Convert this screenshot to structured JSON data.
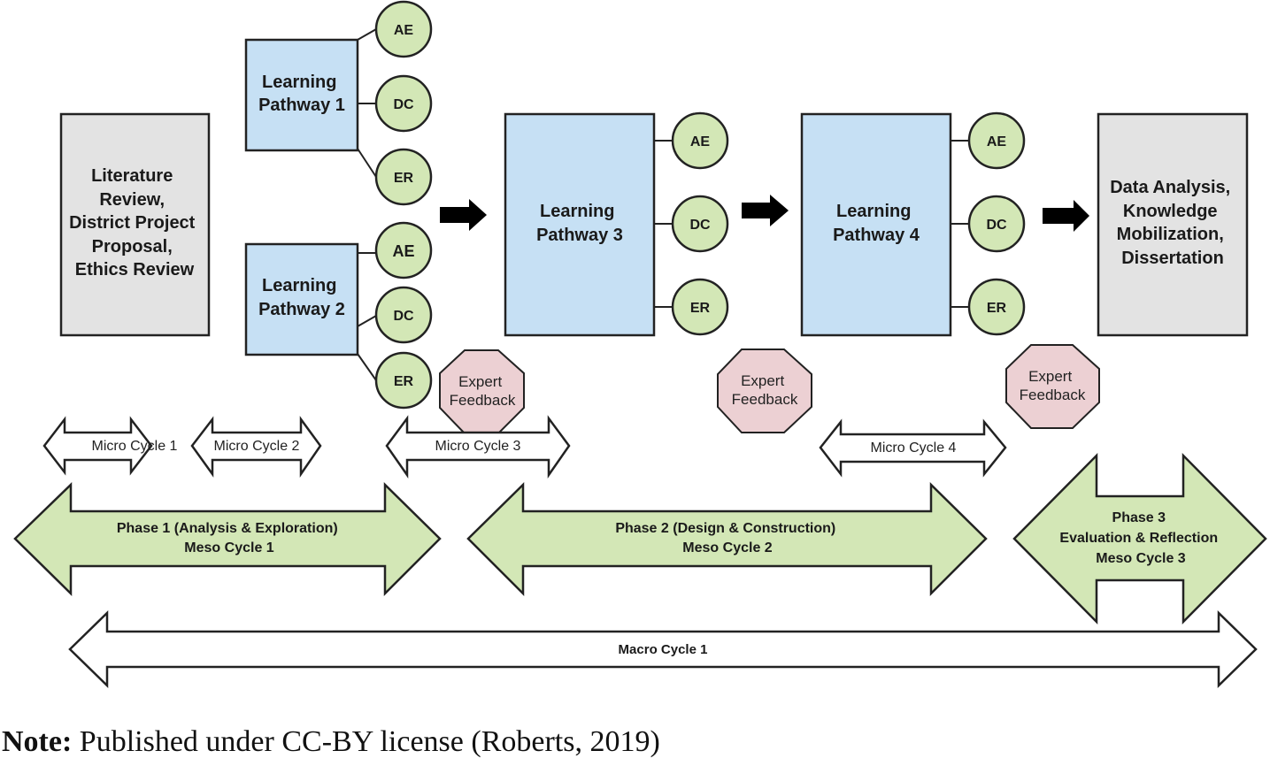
{
  "diagram": {
    "start_box": {
      "lines": [
        "Literature",
        "Review,",
        "District Project",
        "Proposal,",
        "Ethics Review"
      ]
    },
    "pathways": [
      {
        "lines": [
          "Learning",
          "Pathway 1"
        ],
        "nodes": [
          "AE",
          "DC",
          "ER"
        ]
      },
      {
        "lines": [
          "Learning",
          "Pathway 2"
        ],
        "nodes": [
          "AE",
          "DC",
          "ER"
        ]
      },
      {
        "lines": [
          "Learning",
          "Pathway 3"
        ],
        "nodes": [
          "AE",
          "DC",
          "ER"
        ]
      },
      {
        "lines": [
          "Learning",
          "Pathway 4"
        ],
        "nodes": [
          "AE",
          "DC",
          "ER"
        ]
      }
    ],
    "end_box": {
      "lines": [
        "Data Analysis,",
        "Knowledge",
        "Mobilization,",
        "Dissertation"
      ]
    },
    "expert_feedback": [
      {
        "lines": [
          "Expert",
          "Feedback"
        ]
      },
      {
        "lines": [
          "Expert",
          "Feedback"
        ]
      },
      {
        "lines": [
          "Expert",
          "Feedback"
        ]
      }
    ],
    "micro_cycles": [
      "Micro Cycle  1",
      "Micro Cycle  2",
      "Micro Cycle  3",
      "Micro Cycle  4"
    ],
    "phases": [
      {
        "lines": [
          "Phase 1  (Analysis & Exploration)",
          "Meso Cycle 1"
        ]
      },
      {
        "lines": [
          "Phase  2 (Design & Construction)",
          "Meso Cycle 2"
        ]
      },
      {
        "lines": [
          "Phase 3",
          "Evaluation & Reflection",
          "Meso Cycle 3"
        ]
      }
    ],
    "macro_cycle": "Macro Cycle 1",
    "colors": {
      "gray_box": "#e3e3e3",
      "pathway_blue": "#c6e0f4",
      "node_green": "#d3e7b6",
      "feedback_pink": "#ecd0d3",
      "phase_green": "#d3e7b6"
    }
  },
  "note": {
    "label": "Note:",
    "text": " Published under CC-BY license (Roberts, 2019)"
  }
}
